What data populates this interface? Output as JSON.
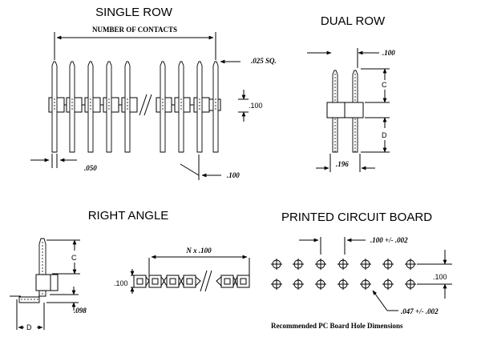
{
  "single_row": {
    "title": "SINGLE ROW",
    "number_of_contacts": "NUMBER OF CONTACTS",
    "pin_square": ".025 SQ.",
    "pitch": ".100",
    "tail_width": ".050",
    "pitch_bottom": ".100"
  },
  "dual_row": {
    "title": "DUAL ROW",
    "pitch_top": ".100",
    "dim_c": "C",
    "dim_d": "D",
    "row_spacing": ".196"
  },
  "right_angle": {
    "title": "RIGHT ANGLE",
    "dim_c": "C",
    "dim_d": "D",
    "offset": ".098",
    "length": "N x .100",
    "height": ".100"
  },
  "pcb": {
    "title": "PRINTED CIRCUIT BOARD",
    "spacing": ".100 +/- .002",
    "row_pitch": ".100",
    "hole_dia": ".047 +/- .002",
    "caption": "Recommended PC Board Hole Dimensions"
  }
}
